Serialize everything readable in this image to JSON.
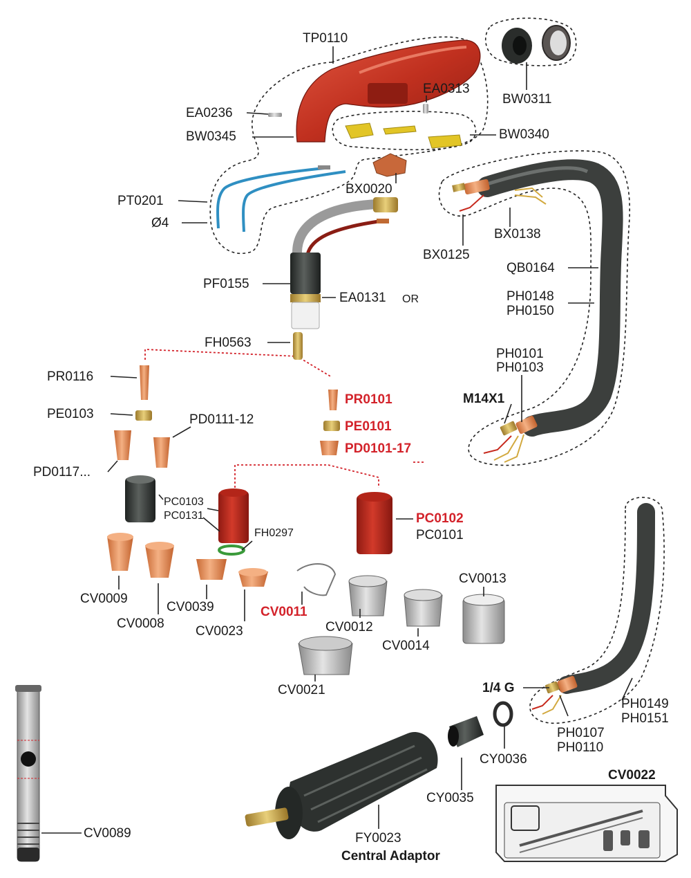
{
  "colors": {
    "highlight": "#d3222a",
    "torch_body": "#c0301f",
    "copper": "#e08a55",
    "brass": "#c9a24a",
    "hose": "#3c3f3d",
    "coolant_tube": "#2f8fc2",
    "steel": "#b8b8b8"
  },
  "parts": {
    "tp0110": "TP0110",
    "bw0311": "BW0311",
    "ea0313": "EA0313",
    "ea0236": "EA0236",
    "bw0345": "BW0345",
    "bw0340": "BW0340",
    "pt0201": "PT0201",
    "dia4": "Ø4",
    "bx0020": "BX0020",
    "bx0125": "BX0125",
    "bx0138": "BX0138",
    "qb0164": "QB0164",
    "ph0148": "PH0148",
    "ph0150": "PH0150",
    "pf0155": "PF0155",
    "ea0131": "EA0131",
    "ea0131_or": "OR",
    "fh0563": "FH0563",
    "ph0101": "PH0101",
    "ph0103": "PH0103",
    "m14x1": "M14X1",
    "pr0116": "PR0116",
    "pr0101": "PR0101",
    "pe0103": "PE0103",
    "pe0101": "PE0101",
    "pd0111_12": "PD0111-12",
    "pd0101_17": "PD0101-17",
    "pd0117": "PD0117...",
    "pc0103": "PC0103",
    "pc0131": "PC0131",
    "pc0102": "PC0102",
    "pc0101": "PC0101",
    "fh0297": "FH0297",
    "cv0013": "CV0013",
    "cv0009": "CV0009",
    "cv0039": "CV0039",
    "cv0011": "CV0011",
    "cv0012": "CV0012",
    "cv0008": "CV0008",
    "cv0023": "CV0023",
    "cv0014": "CV0014",
    "cv0021": "CV0021",
    "quarter_g": "1/4 G",
    "ph0149": "PH0149",
    "ph0151": "PH0151",
    "ph0107": "PH0107",
    "ph0110": "PH0110",
    "cy0036": "CY0036",
    "cy0035": "CY0035",
    "cv0022": "CV0022",
    "cv0089": "CV0089",
    "fy0023": "FY0023",
    "central_adaptor": "Central Adaptor"
  }
}
